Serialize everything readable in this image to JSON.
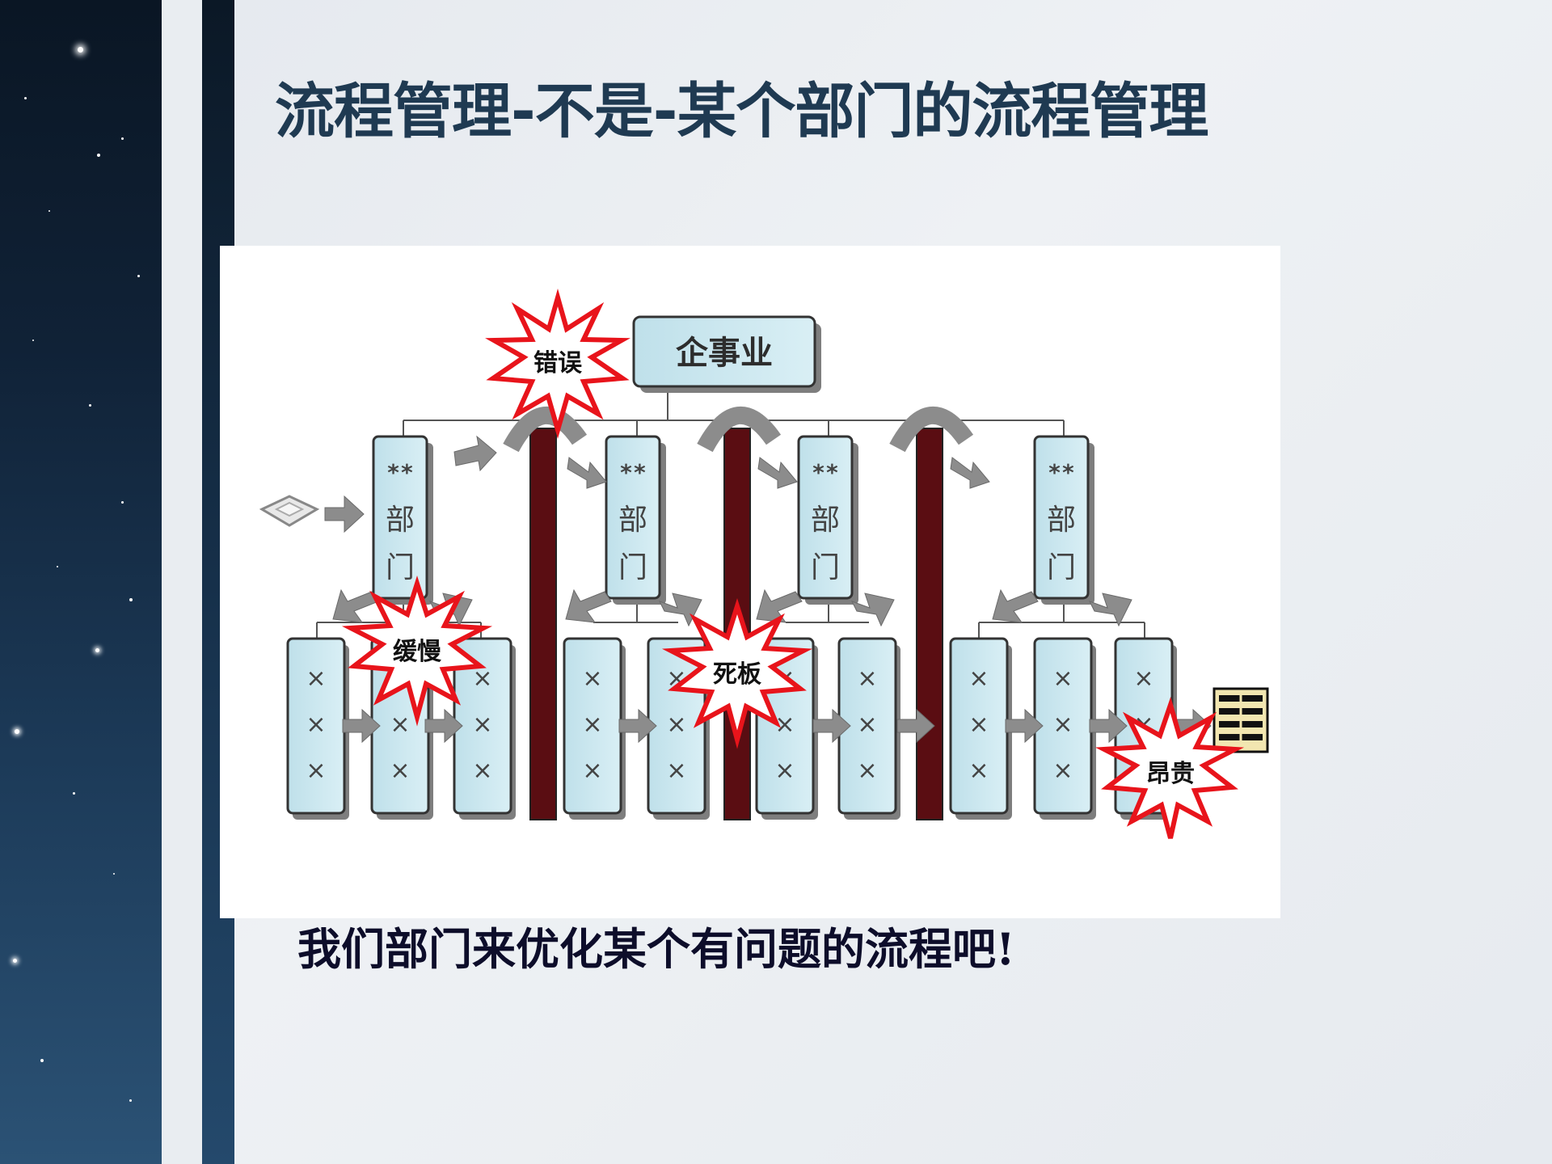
{
  "slide": {
    "title": "流程管理-不是-某个部门的流程管理",
    "caption": "我们部门来优化某个有问题的流程吧!"
  },
  "diagram": {
    "enterprise_label": "企事业",
    "department_label": {
      "stars": "**",
      "char1": "部",
      "char2": "门"
    },
    "task_mark": "×",
    "problem_labels": {
      "error": "错误",
      "slow": "缓慢",
      "rigid": "死板",
      "expensive": "昂贵"
    },
    "colors": {
      "box_fill": "#cfe8ef",
      "box_stroke": "#4a4a4a",
      "wall": "#5a0d12",
      "arrow": "#8c8c8c",
      "burst_stroke": "#e8141b"
    }
  }
}
